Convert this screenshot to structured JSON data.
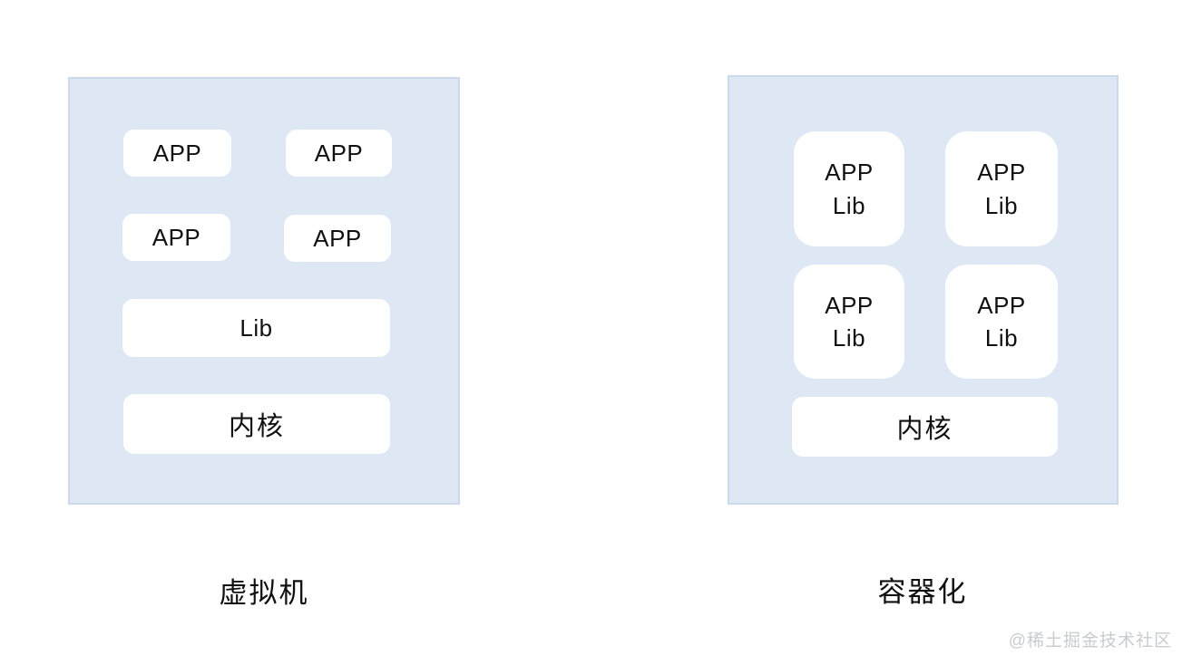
{
  "diagram": {
    "title_implied": "虚拟机 vs 容器化",
    "colors": {
      "panel_background": "#dee8f5",
      "panel_border": "#ccd9ec",
      "box_background": "#ffffff",
      "text": "#111111",
      "watermark": "#c9cbcd",
      "page_background": "#ffffff"
    },
    "left_panel": {
      "label": "虚拟机",
      "app_boxes": [
        "APP",
        "APP",
        "APP",
        "APP"
      ],
      "lib_box": "Lib",
      "kernel_box": "内核"
    },
    "right_panel": {
      "label": "容器化",
      "container_boxes": [
        {
          "line1": "APP",
          "line2": "Lib"
        },
        {
          "line1": "APP",
          "line2": "Lib"
        },
        {
          "line1": "APP",
          "line2": "Lib"
        },
        {
          "line1": "APP",
          "line2": "Lib"
        }
      ],
      "kernel_box": "内核"
    },
    "watermark": "@稀土掘金技术社区"
  }
}
